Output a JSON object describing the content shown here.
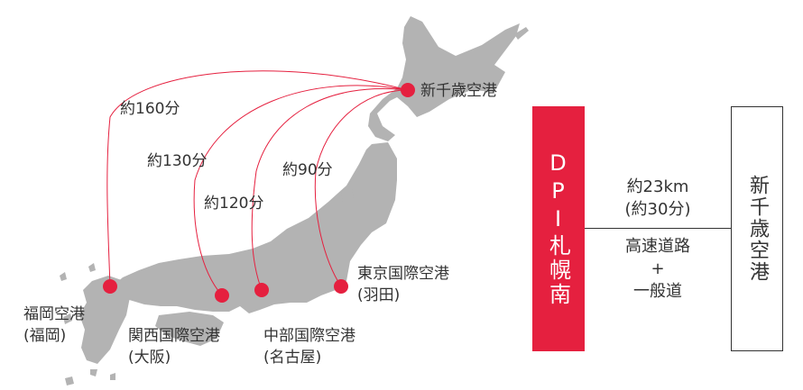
{
  "map": {
    "destination": "新千歳空港",
    "routes": [
      {
        "time": "約160分"
      },
      {
        "time": "約130分"
      },
      {
        "time": "約120分"
      },
      {
        "time": "約90分"
      }
    ],
    "airports": [
      {
        "name": "福岡空港",
        "sub": "(福岡)"
      },
      {
        "name": "関西国際空港",
        "sub": "(大阪)"
      },
      {
        "name": "中部国際空港",
        "sub": "(名古屋)"
      },
      {
        "name": "東京国際空港",
        "sub": "(羽田)"
      }
    ],
    "colors": {
      "land": "#b3b3b3",
      "route": "#e5203f",
      "marker": "#e5203f"
    }
  },
  "access": {
    "origin": "DPI札幌南",
    "destination": "新千歳空港",
    "distance": "約23km",
    "duration": "(約30分)",
    "route_line1": "高速道路",
    "route_plus": "+",
    "route_line2": "一般道",
    "colors": {
      "origin_box": "#e5203f",
      "origin_text": "#ffffff",
      "border": "#333333"
    }
  }
}
